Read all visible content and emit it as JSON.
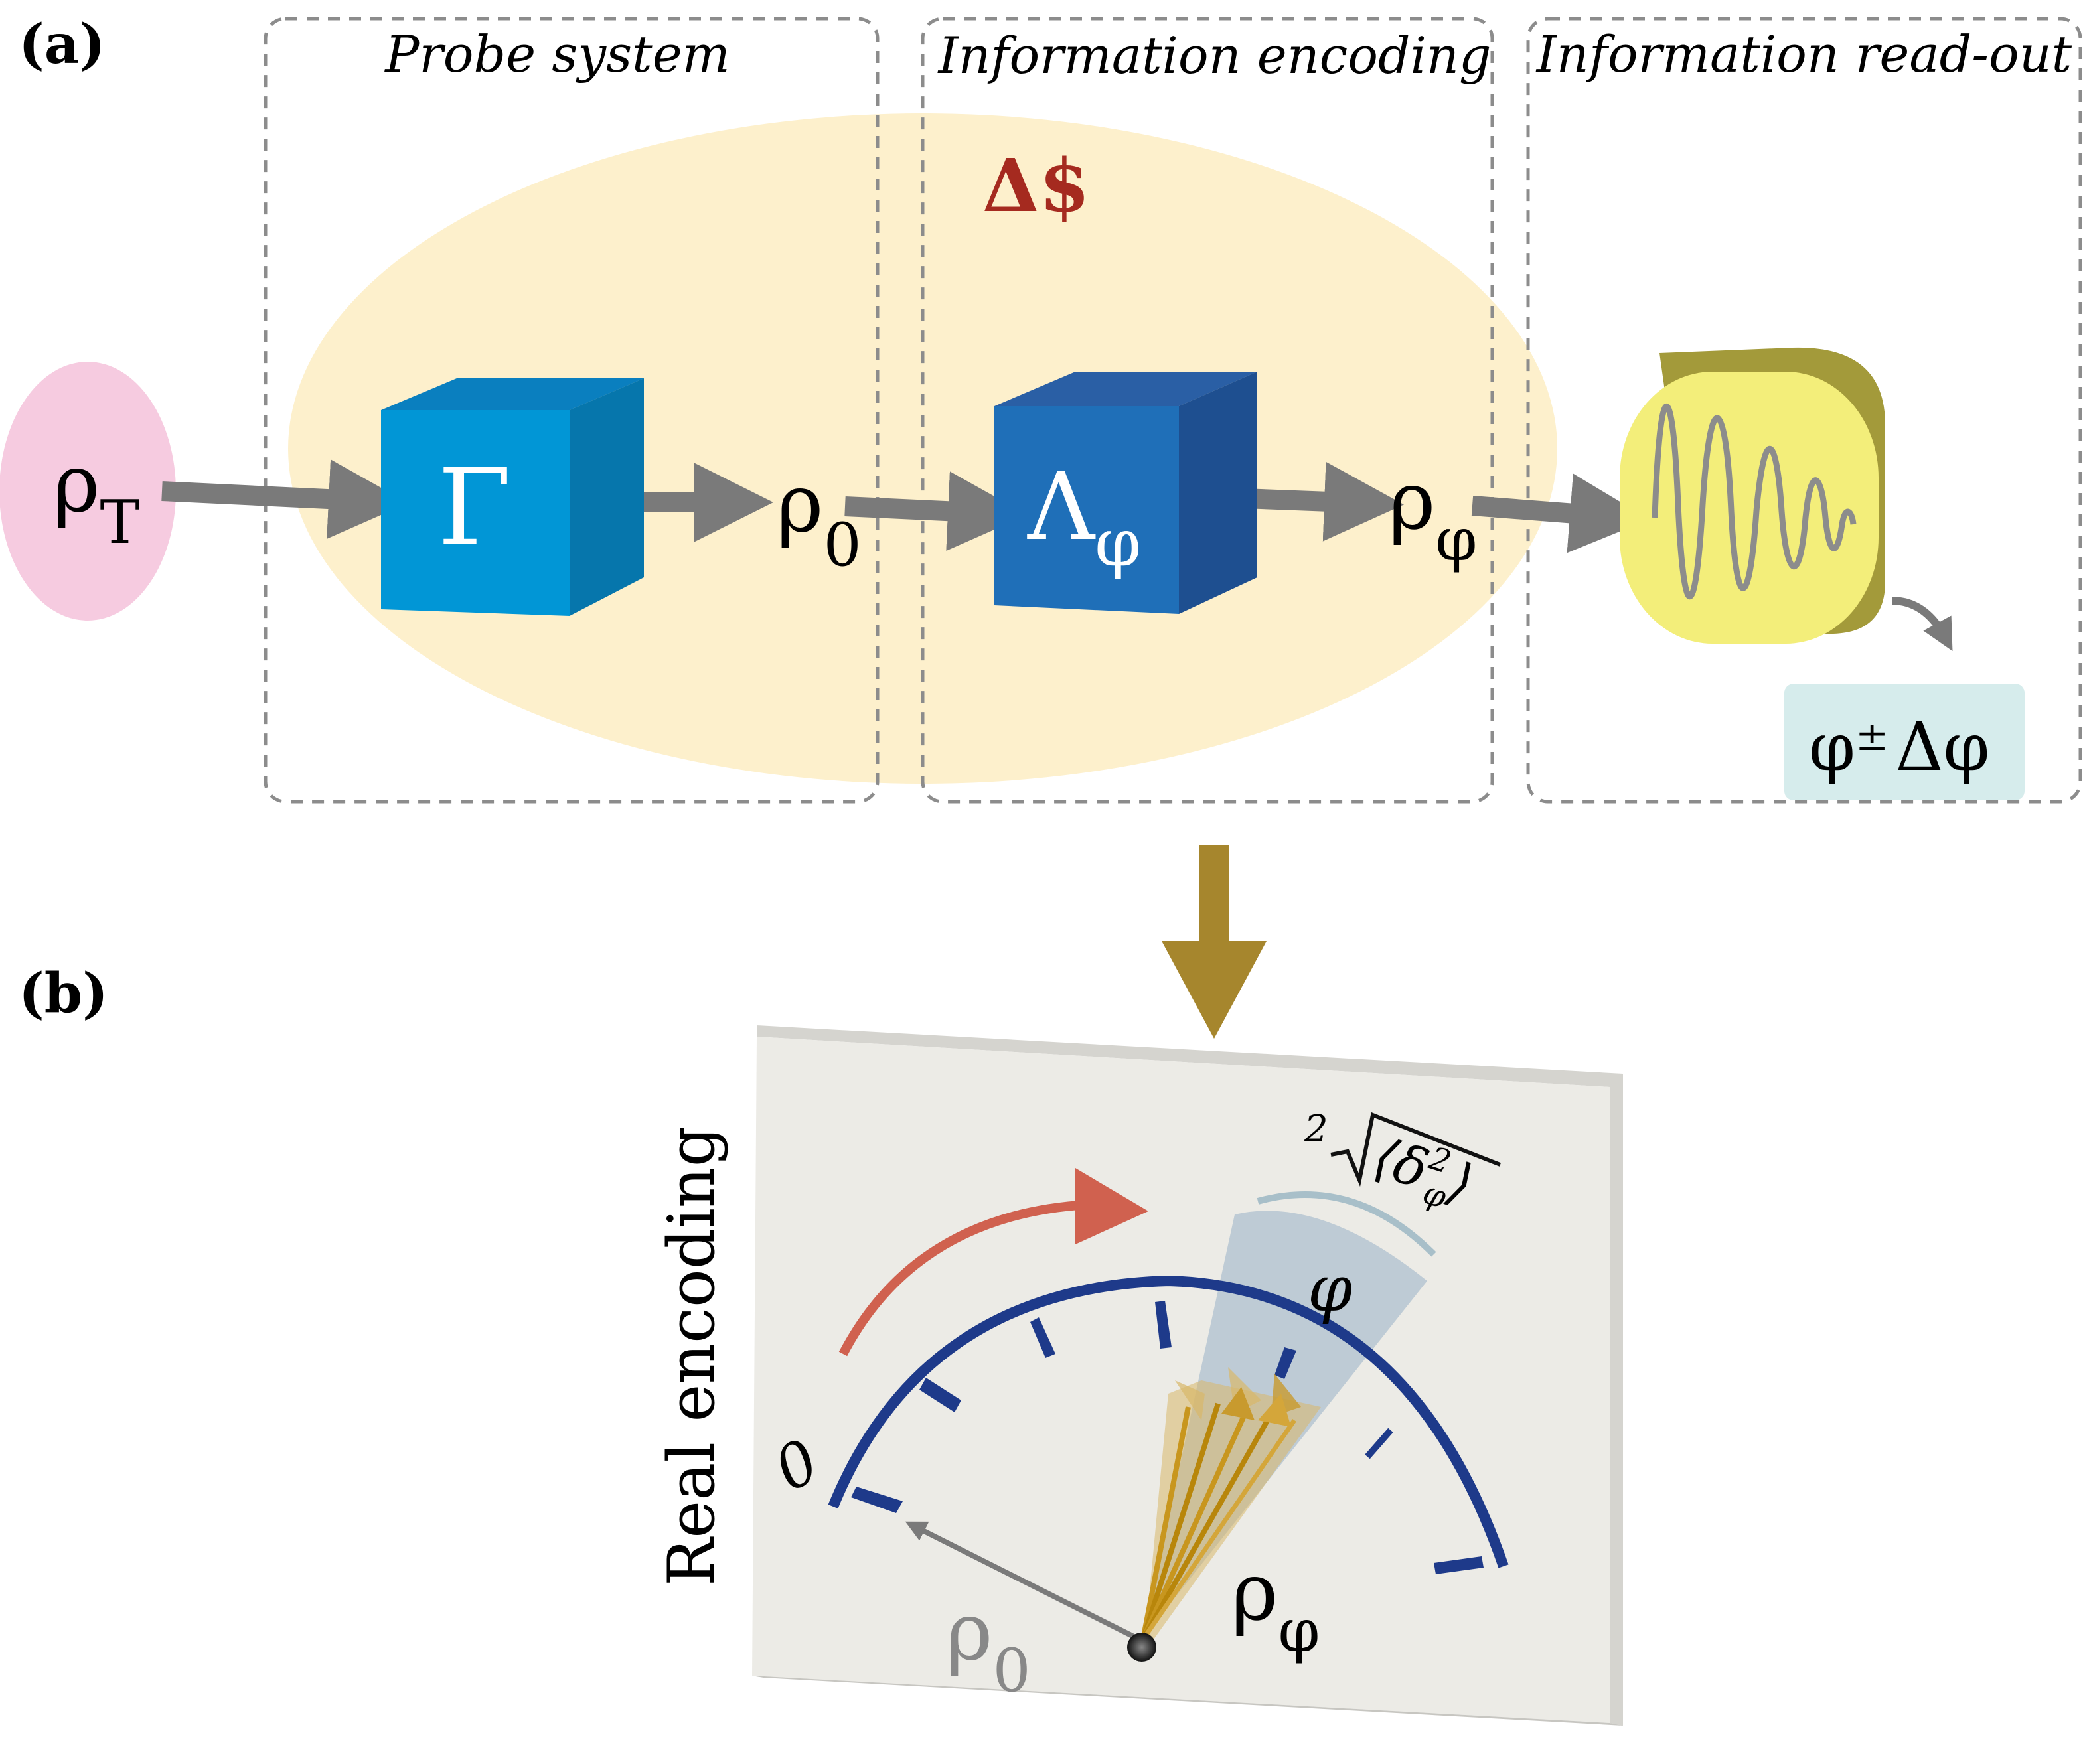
{
  "panels": {
    "a_label": "(a)",
    "b_label": "(b)"
  },
  "sections": {
    "probe": "Probe system",
    "encoding": "Information encoding",
    "readout": "Information read-out"
  },
  "resource": {
    "label": "Δ$",
    "color": "#a52a1f"
  },
  "input_state": {
    "main": "ρ",
    "sub": "T"
  },
  "cube_gamma": {
    "label": "Γ"
  },
  "state_rho0": {
    "main": "ρ",
    "sub": "0"
  },
  "cube_lambda": {
    "label": "Λ",
    "sub": "φ"
  },
  "state_rhophi": {
    "main": "ρ",
    "sub": "φ"
  },
  "estimate": {
    "phi": "φ",
    "pm": "±",
    "delta": "Δφ"
  },
  "panel_b": {
    "vertical_label": "Real encoding",
    "zero_label": "0",
    "phi_label": "φ",
    "root_index": "2",
    "delta_var": "δ",
    "delta_sup": "2",
    "delta_sub": "φ",
    "rho0": {
      "main": "ρ",
      "sub": "0"
    },
    "rhophi": {
      "main": "ρ",
      "sub": "φ"
    }
  },
  "colors": {
    "ellipse_pink": "#f6cbe0",
    "ellipse_yellow": "#fdf0cc",
    "cube_gamma": "#0196d6",
    "cube_lambda": "#1f6fb8",
    "arrow_gray": "#7a7a7a",
    "detector_yellow": "#f3ee7a",
    "estimate_bg": "#d6ecec",
    "big_arrow": "#a6862d",
    "dial_blue": "#1e3a8a",
    "red_arrow": "#d0614f",
    "board": "#ecebe6",
    "cone": "#b9c8d3",
    "gold": "#d4a63a"
  }
}
